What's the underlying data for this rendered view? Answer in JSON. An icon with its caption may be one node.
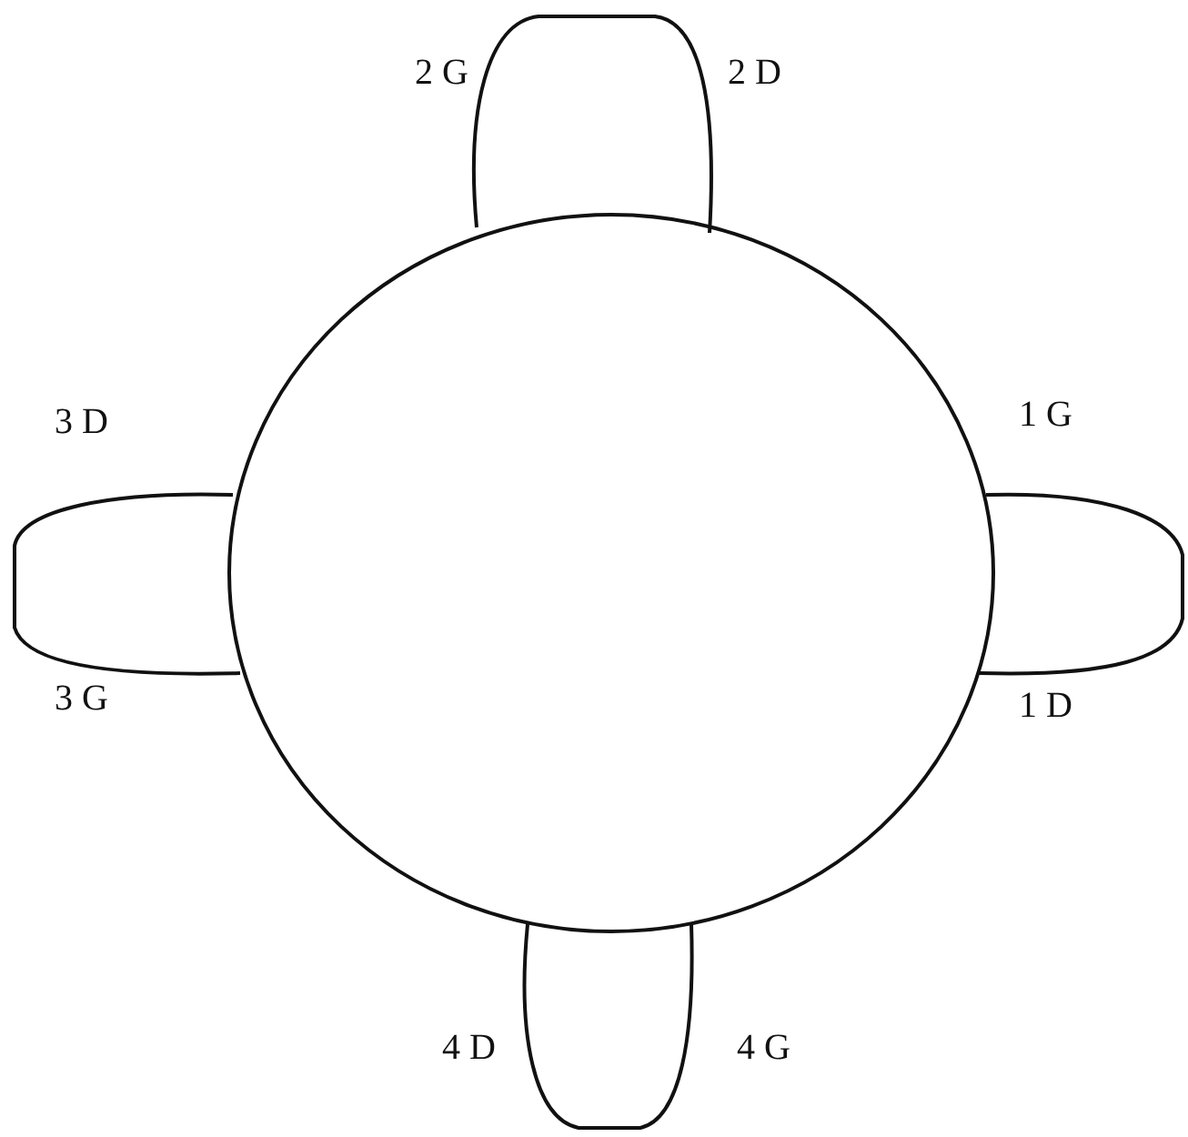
{
  "diagram": {
    "labels": [
      "2 G",
      "2 D",
      "3 D",
      "1 G",
      "3 G",
      "1 D",
      "4 D",
      "4 G"
    ]
  }
}
